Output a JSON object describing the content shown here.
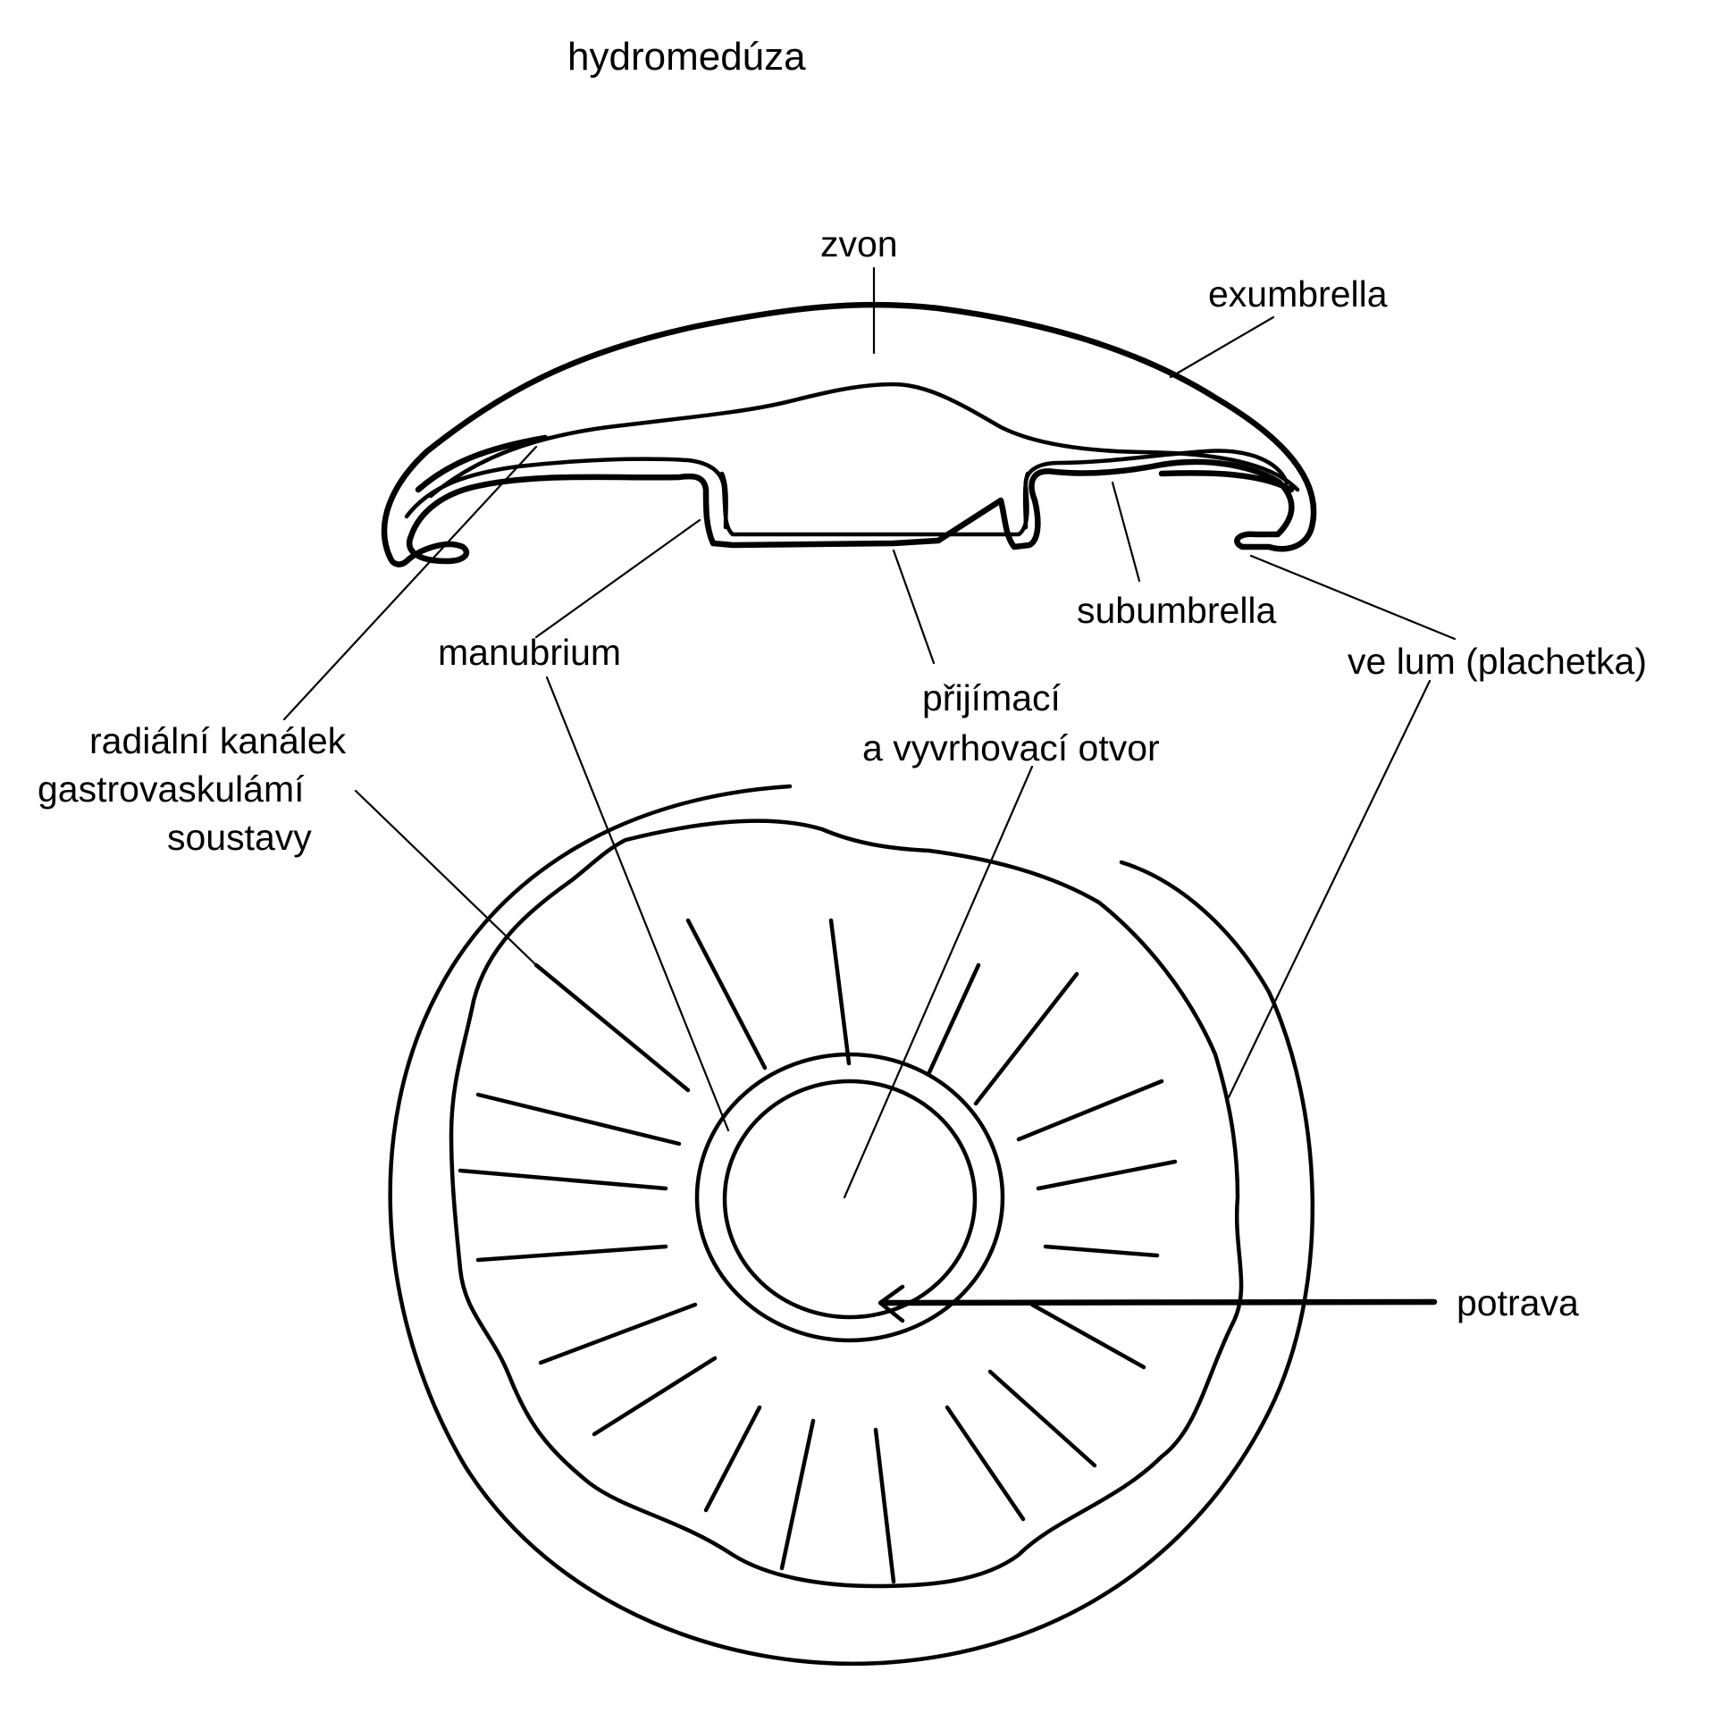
{
  "title": "hydromedúza",
  "labels": {
    "zvon": "zvon",
    "exumbrella": "exumbrella",
    "subumbrella": "subumbrella",
    "manubrium": "manubrium",
    "opening_line1": "přijímací",
    "opening_line2": "a vyvrhovací otvor",
    "velum": "ve lum (plachetka)",
    "radial_line1": "radiální kanálek",
    "radial_line2": "gastrovaskulámí",
    "radial_line3": "soustavy",
    "food": "potrava"
  },
  "colors": {
    "ink": "#000000",
    "paper": "#ffffff"
  }
}
